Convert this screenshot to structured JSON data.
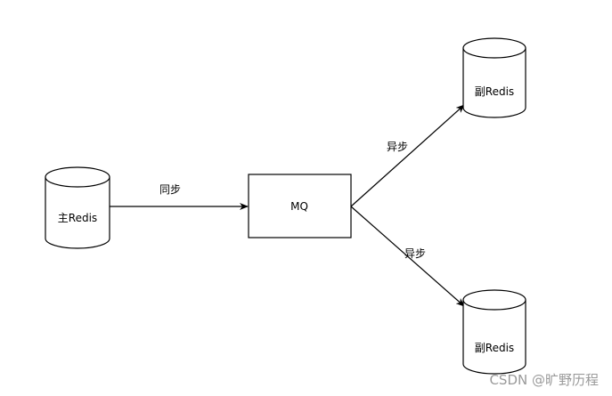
{
  "nodes": {
    "master": {
      "label": "主Redis"
    },
    "mq": {
      "label": "MQ"
    },
    "replica_top": {
      "label": "副Redis"
    },
    "replica_bottom": {
      "label": "副Redis"
    }
  },
  "edges": {
    "master_to_mq": {
      "label": "同步"
    },
    "mq_to_replica_top": {
      "label": "异步"
    },
    "mq_to_replica_bottom": {
      "label": "异步"
    }
  },
  "watermark": "CSDN @旷野历程",
  "colors": {
    "stroke": "#000000",
    "fill": "#ffffff",
    "watermark": "#9a9a9a"
  }
}
